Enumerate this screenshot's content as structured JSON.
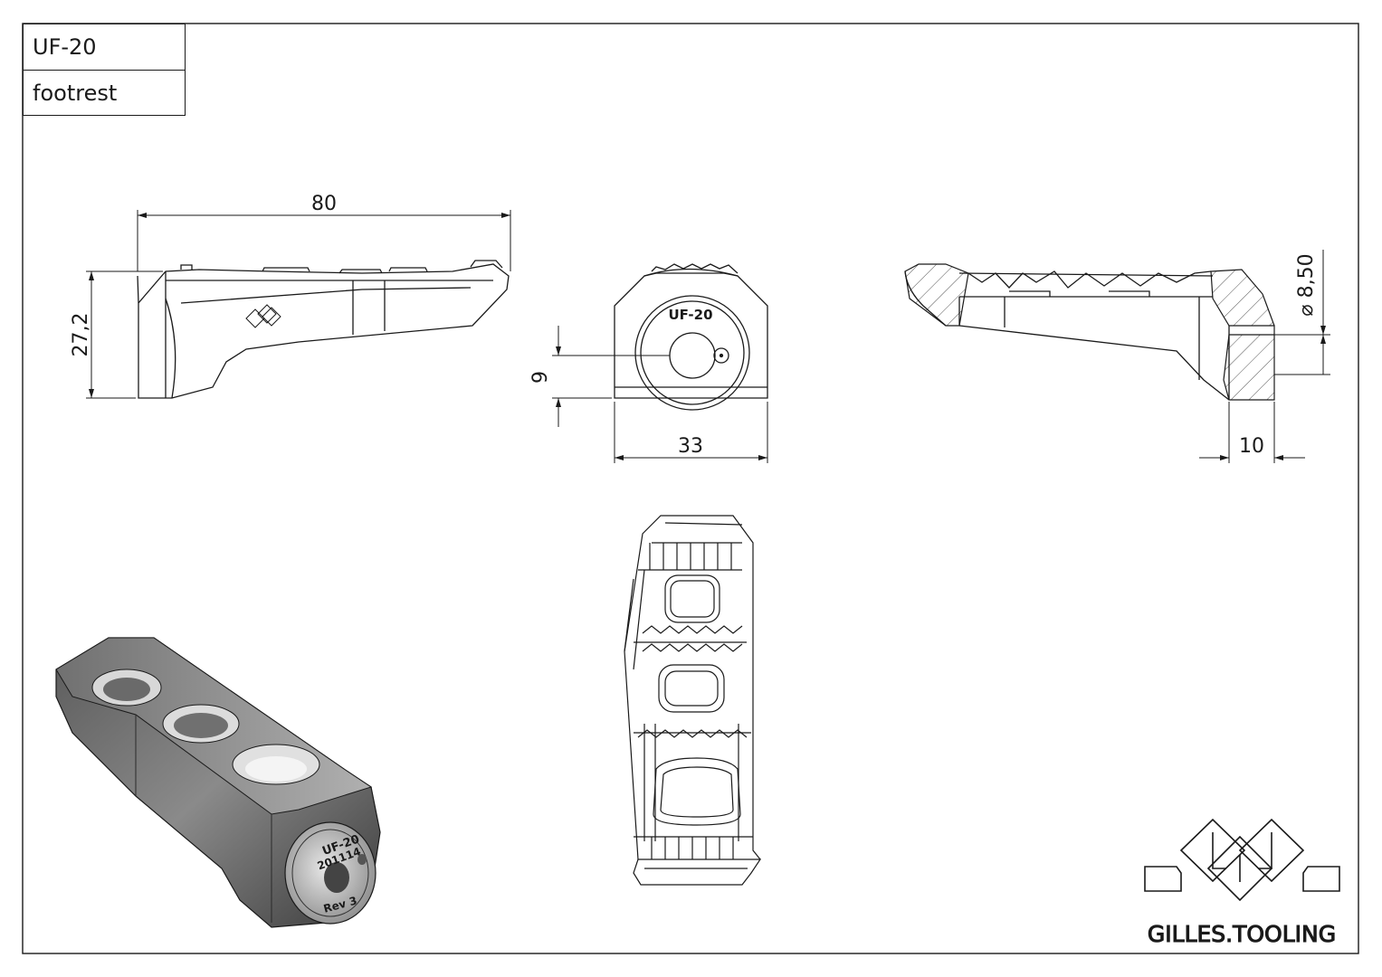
{
  "title_block": {
    "part_number": "UF-20",
    "part_name": "footrest"
  },
  "dimensions": {
    "length": "80",
    "height": "27,2",
    "hole_offset": "9",
    "width": "33",
    "hole_diameter": "⌀ 8,50",
    "boss_length": "10"
  },
  "engravings": {
    "front_label": "UF-20",
    "iso_part": "UF-20",
    "iso_date": "201114",
    "iso_rev": "Rev 3"
  },
  "brand": {
    "name": "GILLES.TOOLING"
  },
  "colors": {
    "line": "#1a1a1a",
    "section_hatch": "#555555",
    "iso_dark": "#3f3f3f",
    "iso_light": "#9a9a9a"
  }
}
